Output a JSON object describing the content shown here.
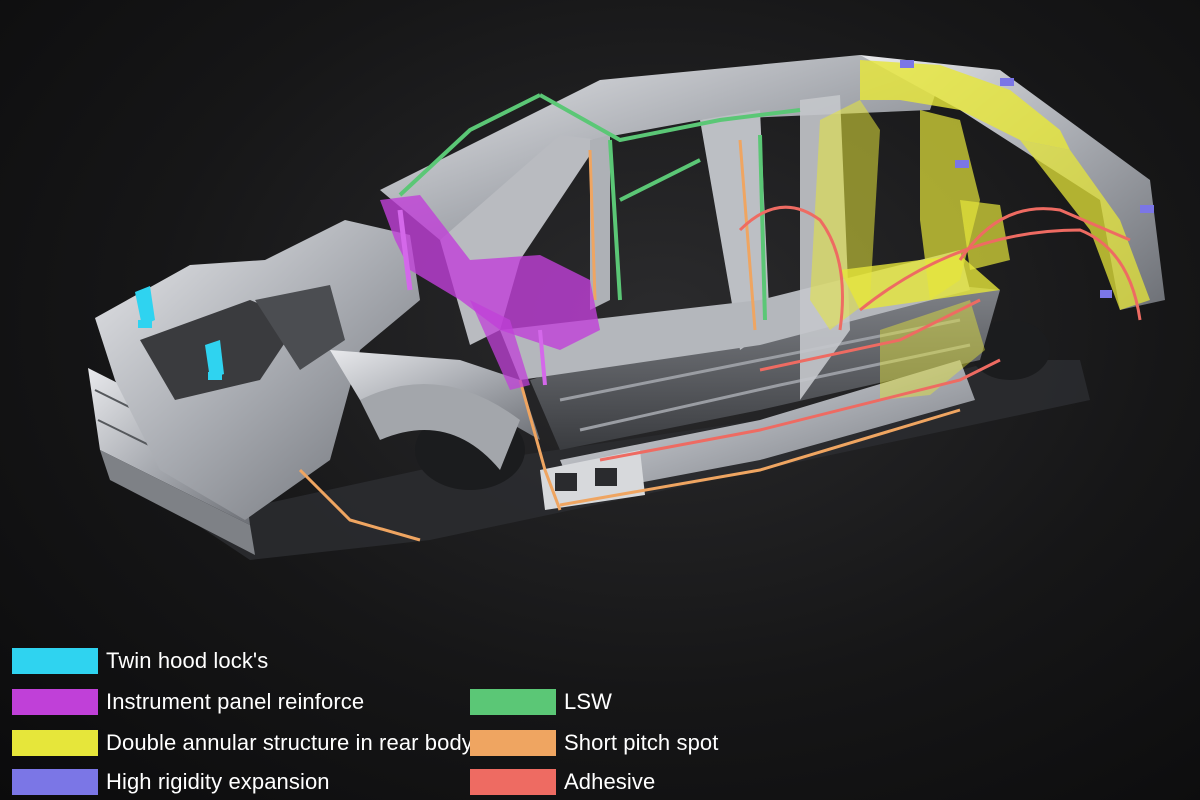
{
  "legend": [
    {
      "label": "Twin hood lock's",
      "color": "#2fd3f0"
    },
    {
      "label": "Instrument panel reinforce",
      "color": "#c040d8"
    },
    {
      "label": "Double annular structure in rear body",
      "color": "#e6e63a"
    },
    {
      "label": "High rigidity expansion",
      "color": "#7b76e6"
    },
    {
      "label": "LSW",
      "color": "#5bc776"
    },
    {
      "label": "Short pitch spot",
      "color": "#efa561"
    },
    {
      "label": "Adhesive",
      "color": "#ee6b62"
    }
  ],
  "body_color": "#c9cbcf"
}
